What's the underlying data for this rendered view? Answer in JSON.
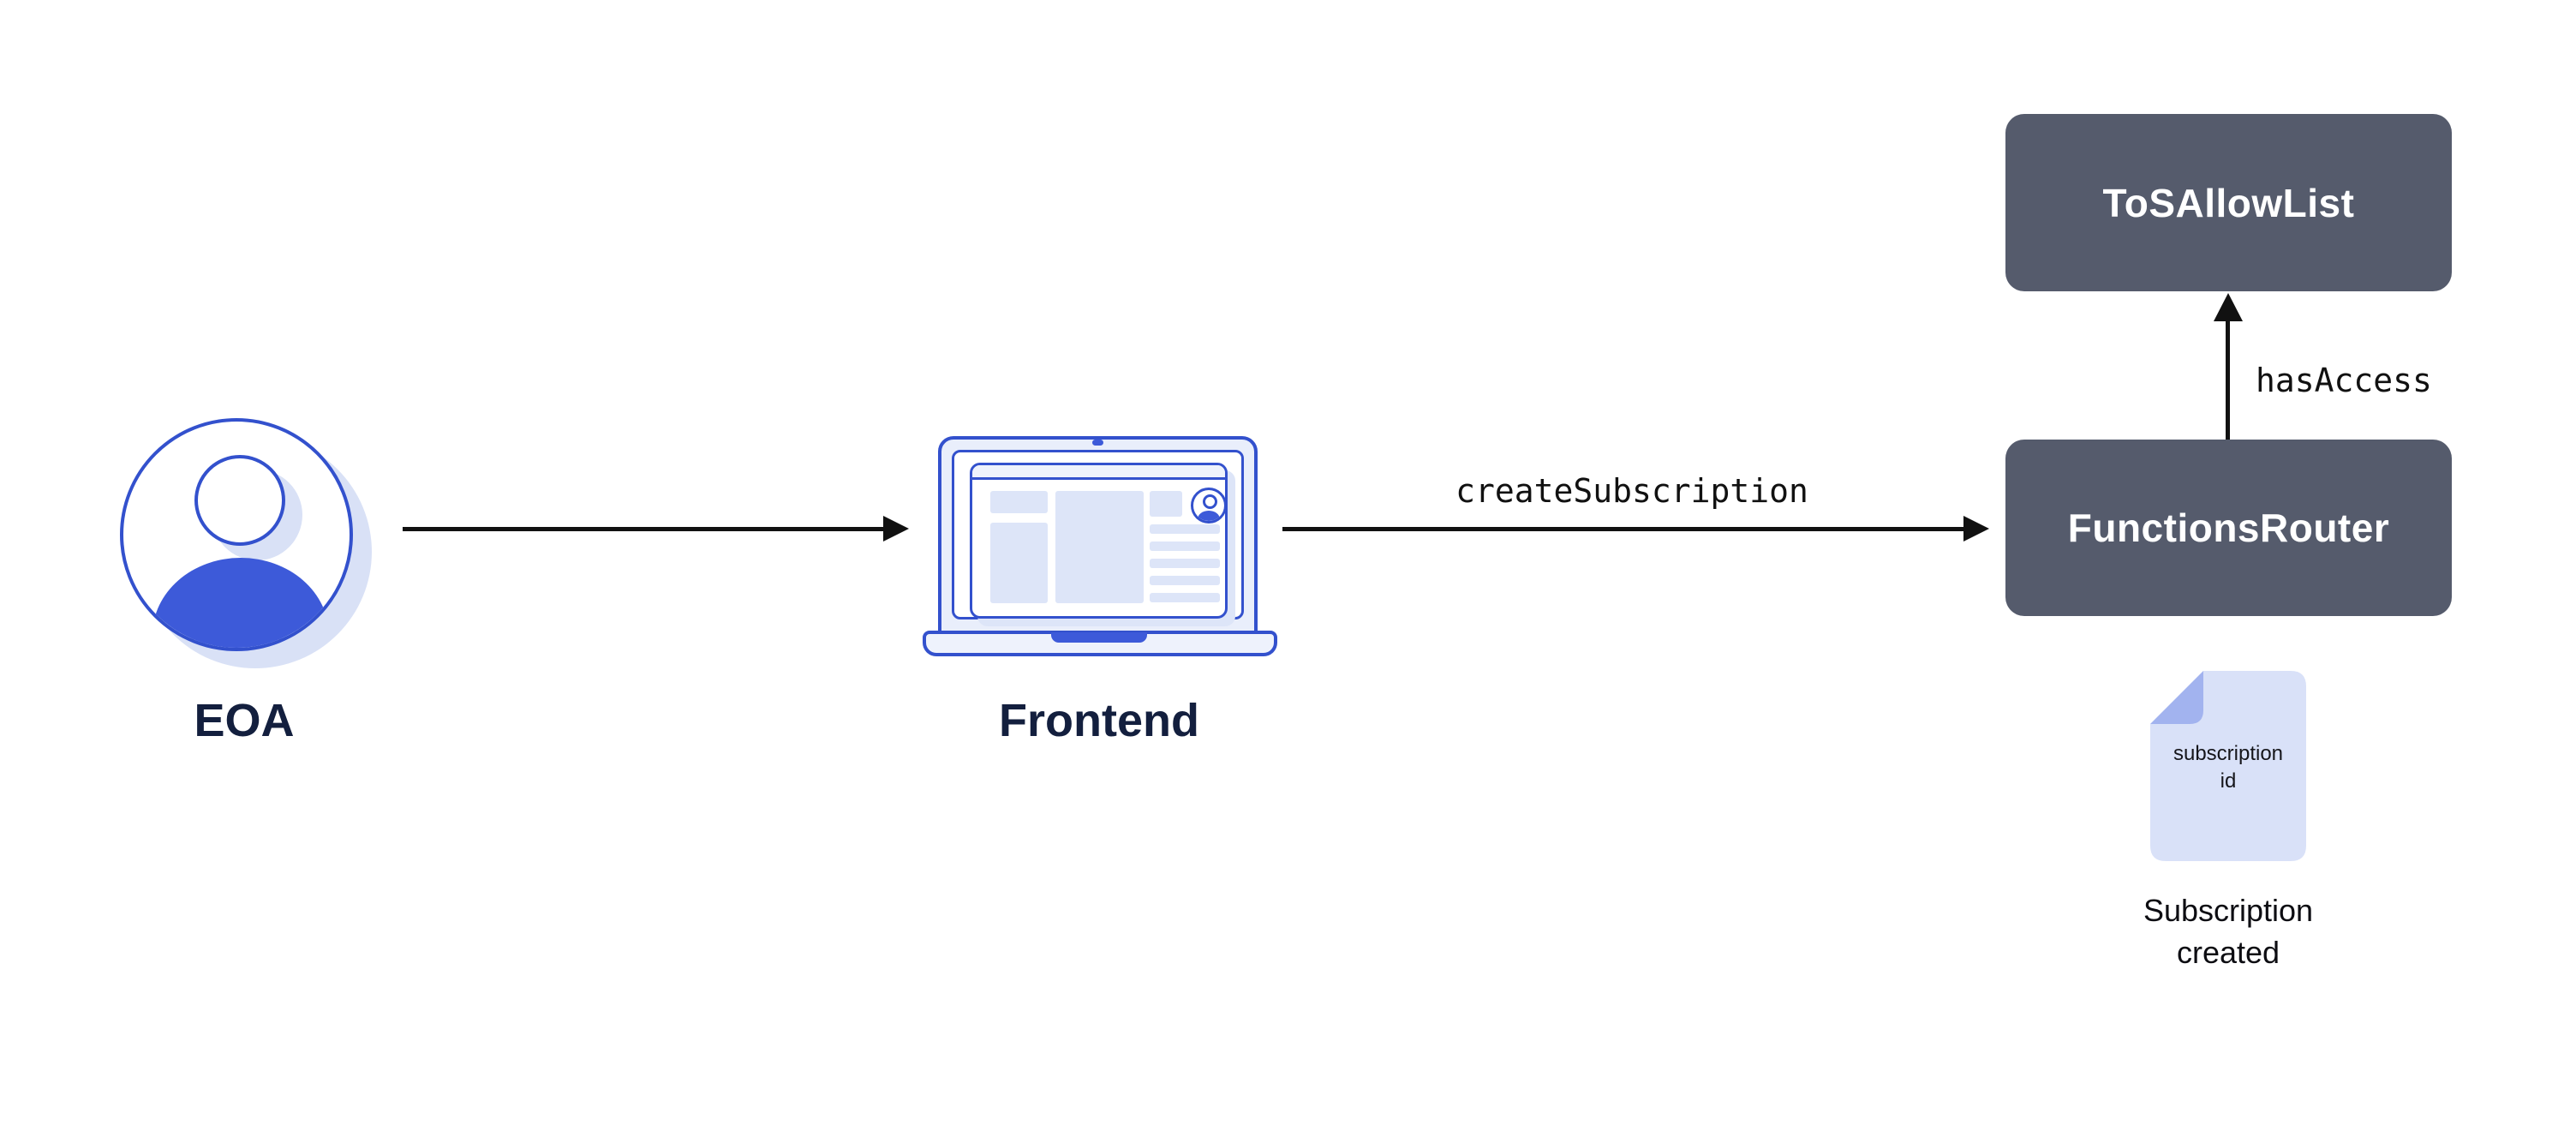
{
  "nodes": {
    "eoa": {
      "label": "EOA"
    },
    "frontend": {
      "label": "Frontend"
    },
    "tos_allow_list": {
      "label": "ToSAllowList"
    },
    "functions_router": {
      "label": "FunctionsRouter"
    }
  },
  "edges": {
    "eoa_to_frontend": {
      "label": ""
    },
    "frontend_to_router": {
      "label": "createSubscription"
    },
    "router_to_tos": {
      "label": "hasAccess"
    }
  },
  "document": {
    "line1": "subscription",
    "line2": "id"
  },
  "caption": {
    "line1": "Subscription",
    "line2": "created"
  },
  "icons": {
    "user_avatar": "user-avatar-icon",
    "laptop": "laptop-icon",
    "document": "document-icon"
  },
  "colors": {
    "blue": "#3351cd",
    "blue-fill": "#3d5ad9",
    "light": "#dde5f8",
    "panel": "#eef2fc",
    "shadow": "#d9e1f6",
    "slate": "#555b6c",
    "navy": "#131f3e",
    "ink": "#111111",
    "doc": "#d9e1f8",
    "fold": "#a2b3ef",
    "white": "#ffffff"
  }
}
